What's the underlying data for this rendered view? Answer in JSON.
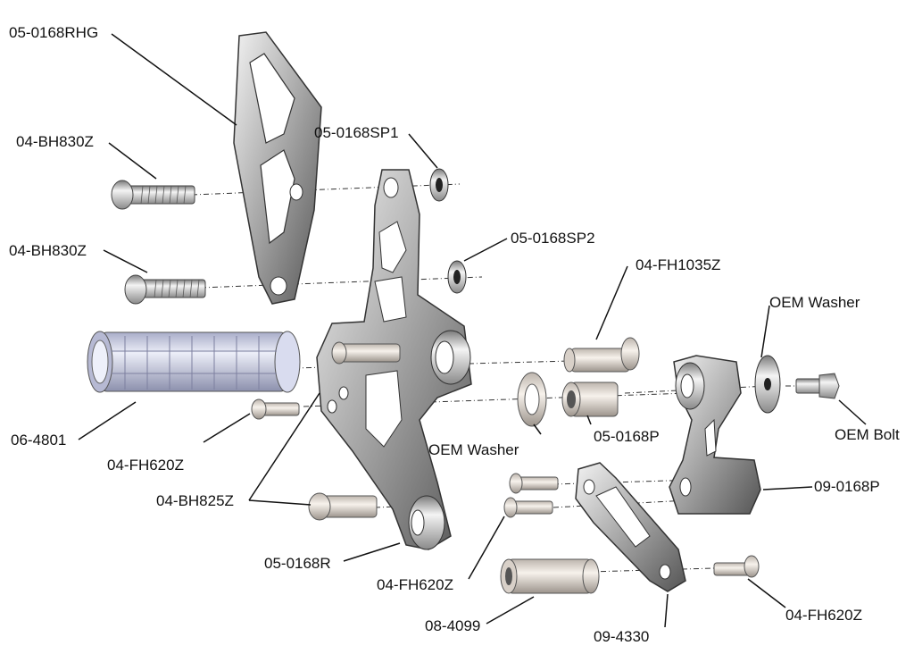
{
  "labels": {
    "rhg": "05-0168RHG",
    "bh830z_1": "04-BH830Z",
    "bh830z_2": "04-BH830Z",
    "sp1": "05-0168SP1",
    "sp2": "05-0168SP2",
    "fh1035z": "04-FH1035Z",
    "oem_washer_1": "OEM Washer",
    "oem_washer_2": "OEM Washer",
    "oem_bolt": "OEM Bolt",
    "part_4801": "06-4801",
    "fh620z_1": "04-FH620Z",
    "p05_0168p": "05-0168P",
    "bh825z": "04-BH825Z",
    "p09_0168p": "09-0168P",
    "r05_0168r": "05-0168R",
    "fh620z_2": "04-FH620Z",
    "p08_4099": "08-4099",
    "p09_4330": "09-4330",
    "fh620z_3": "04-FH620Z"
  },
  "colors": {
    "metal_light": "#e8e8e8",
    "metal_mid": "#9a9a9a",
    "metal_dark": "#4a4a4a",
    "grip_blue": "#c8cce6",
    "hardware": "#efe8e0",
    "leader": "#111111"
  }
}
